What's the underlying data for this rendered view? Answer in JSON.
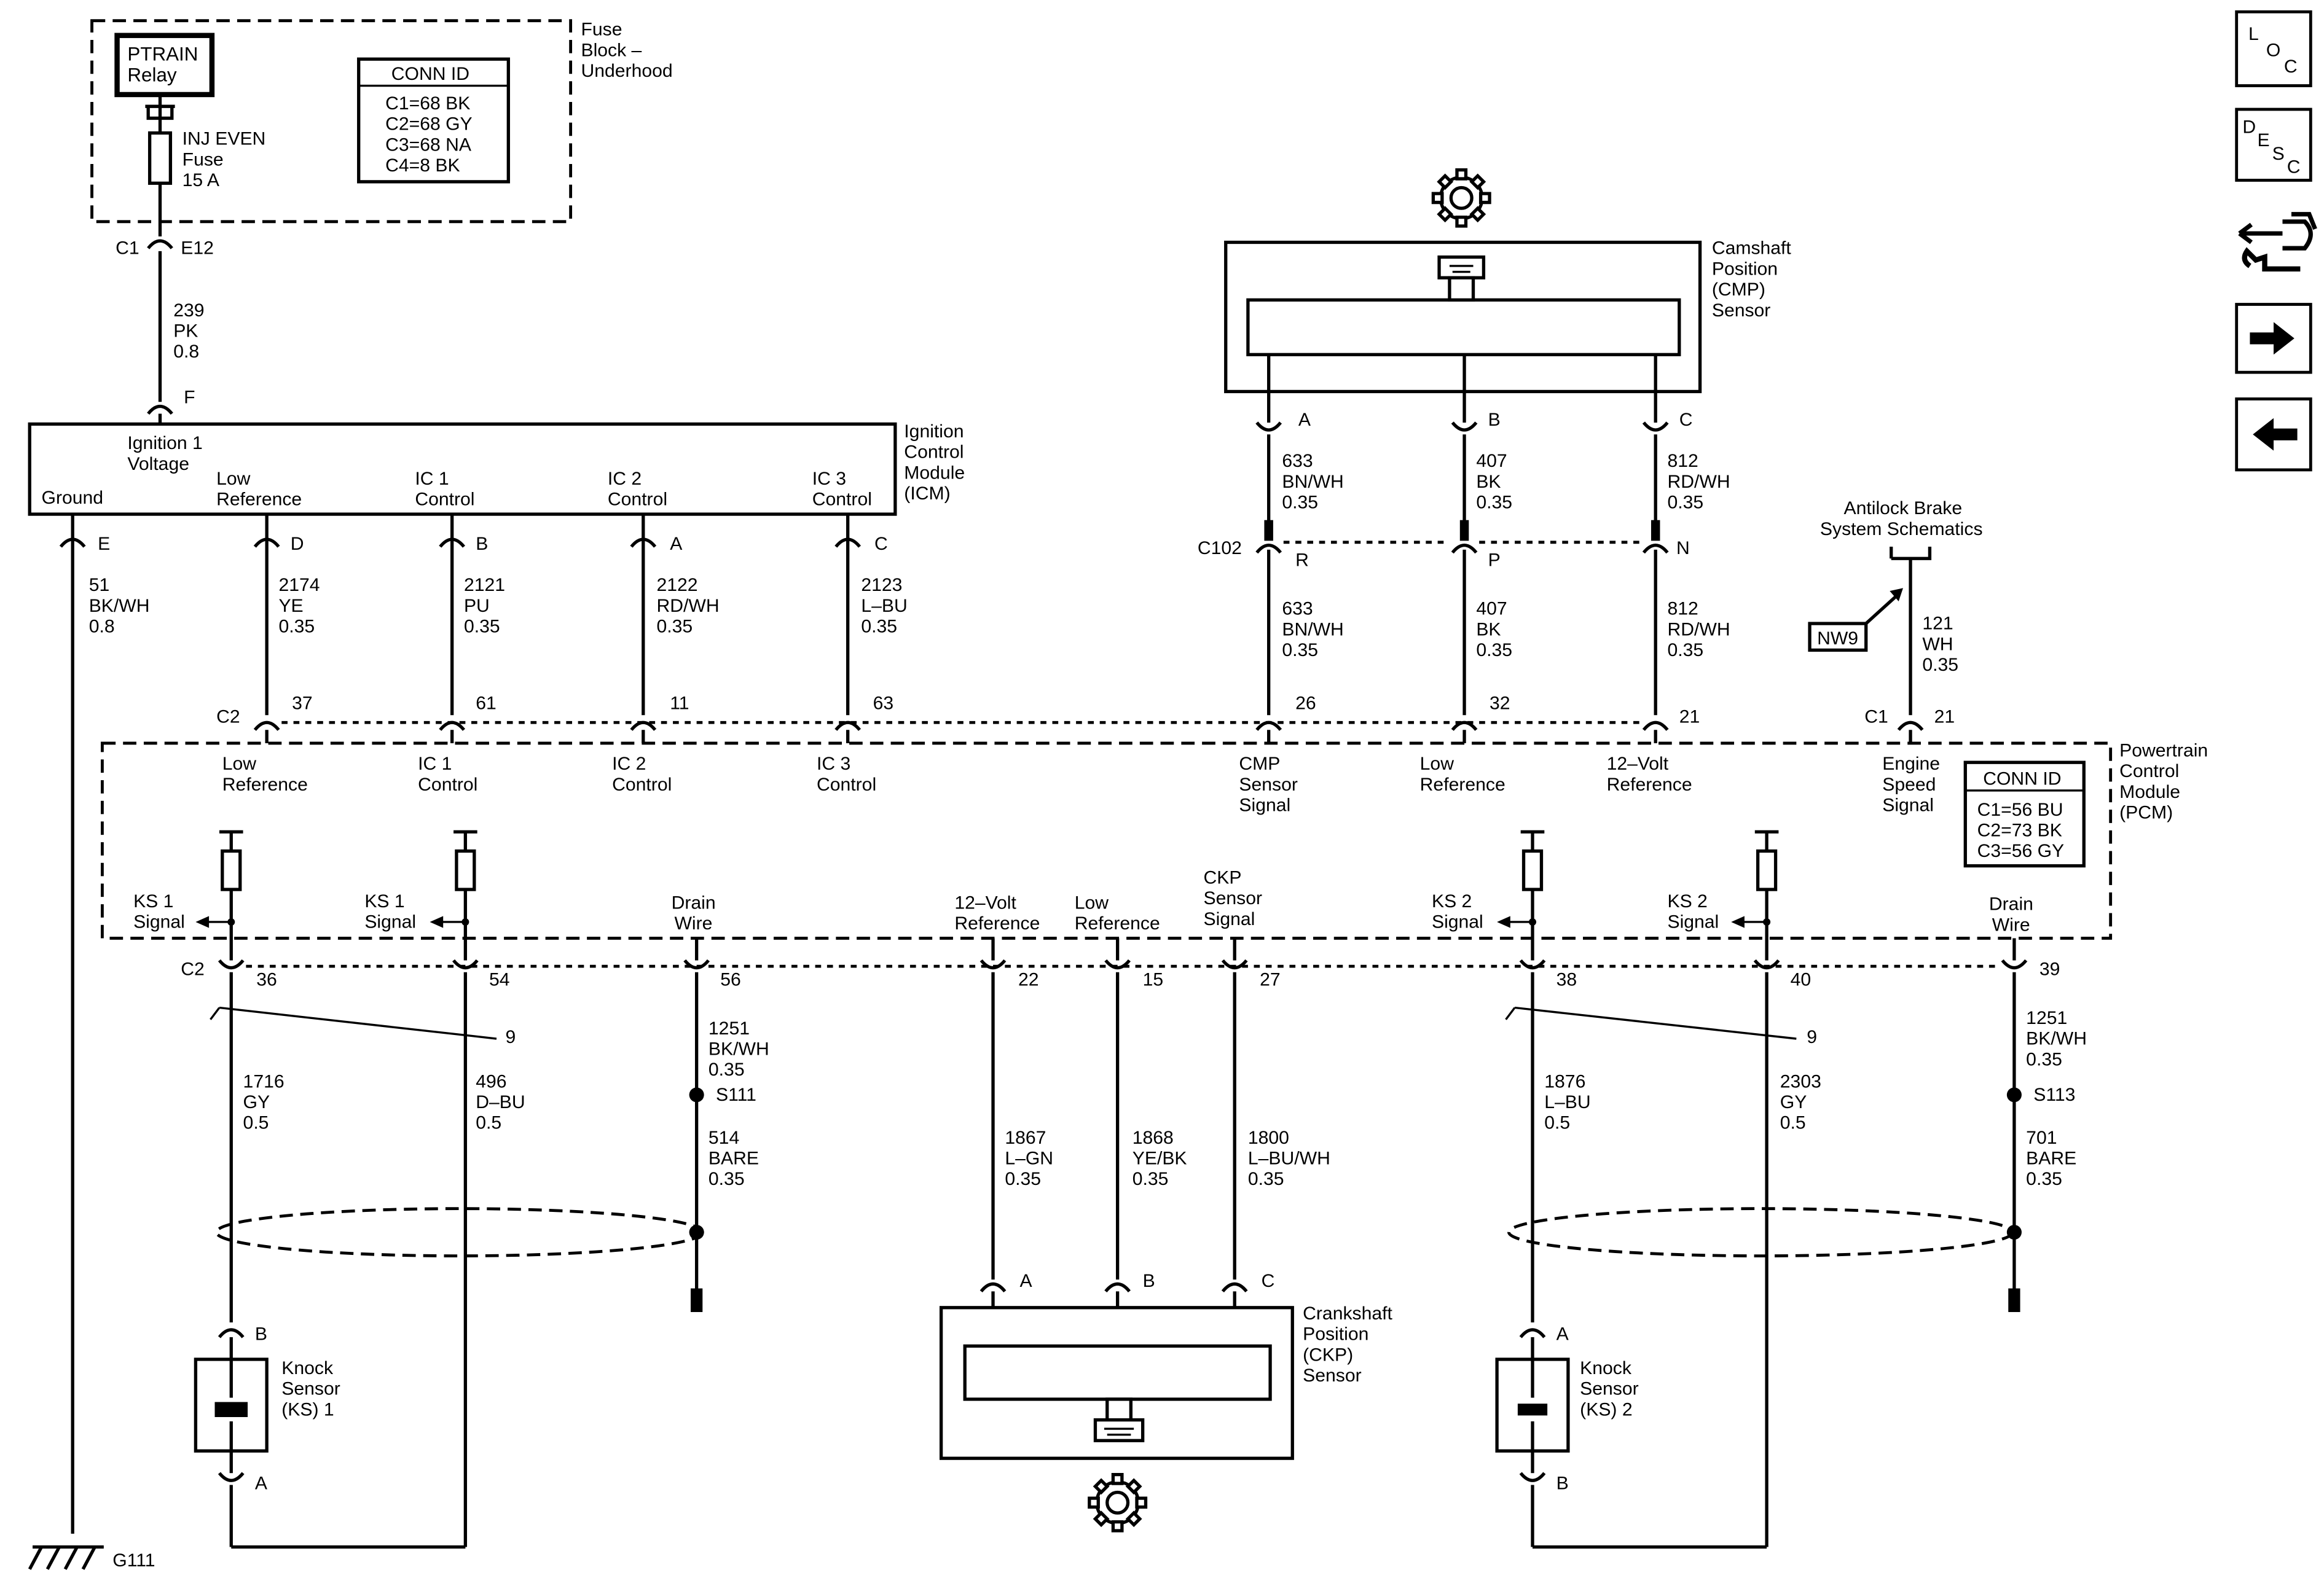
{
  "fuse_block": {
    "title": [
      "Fuse",
      "Block –",
      "Underhood"
    ],
    "relay": [
      "PTRAIN",
      "Relay"
    ],
    "fuse": [
      "INJ EVEN",
      "Fuse",
      "15 A"
    ],
    "conn_id_title": "CONN ID",
    "conn_ids": [
      "C1=68 BK",
      "C2=68 GY",
      "C3=68 NA",
      "C4=8 BK"
    ],
    "conn_label": "C1",
    "pin": "E12"
  },
  "wire_239": [
    "239",
    "PK",
    "0.8"
  ],
  "icm": {
    "title": [
      "Ignition",
      "Control",
      "Module",
      "(ICM)"
    ],
    "top_pin": "F",
    "top_label": [
      "Ignition 1",
      "Voltage"
    ],
    "pins": [
      {
        "label": [
          "Ground"
        ],
        "pin": "E",
        "wire": [
          "51",
          "BK/WH",
          "0.8"
        ]
      },
      {
        "label": [
          "Low",
          "Reference"
        ],
        "pin": "D",
        "wire": [
          "2174",
          "YE",
          "0.35"
        ]
      },
      {
        "label": [
          "IC 1",
          "Control"
        ],
        "pin": "B",
        "wire": [
          "2121",
          "PU",
          "0.35"
        ]
      },
      {
        "label": [
          "IC 2",
          "Control"
        ],
        "pin": "A",
        "wire": [
          "2122",
          "RD/WH",
          "0.35"
        ]
      },
      {
        "label": [
          "IC 3",
          "Control"
        ],
        "pin": "C",
        "wire": [
          "2123",
          "L–BU",
          "0.35"
        ]
      }
    ]
  },
  "cmp": {
    "title": [
      "Camshaft",
      "Position",
      "(CMP)",
      "Sensor"
    ],
    "pins": [
      "A",
      "B",
      "C"
    ],
    "wires_upper": [
      [
        "633",
        "BN/WH",
        "0.35"
      ],
      [
        "407",
        "BK",
        "0.35"
      ],
      [
        "812",
        "RD/WH",
        "0.35"
      ]
    ],
    "c102": "C102",
    "c102_pins": [
      "R",
      "P",
      "N"
    ],
    "wires_lower": [
      [
        "633",
        "BN/WH",
        "0.35"
      ],
      [
        "407",
        "BK",
        "0.35"
      ],
      [
        "812",
        "RD/WH",
        "0.35"
      ]
    ]
  },
  "abs": {
    "title": [
      "Antilock Brake",
      "System Schematics"
    ],
    "tag": "NW9",
    "wire": [
      "121",
      "WH",
      "0.35"
    ]
  },
  "pcm": {
    "title": [
      "Powertrain",
      "Control",
      "Module",
      "(PCM)"
    ],
    "conn_id_title": "CONN ID",
    "conn_ids": [
      "C1=56 BU",
      "C2=73 BK",
      "C3=56 GY"
    ],
    "top_c2": "C2",
    "top_c1": "C1",
    "top_pins": [
      {
        "pin": "37",
        "label": [
          "Low",
          "Reference"
        ]
      },
      {
        "pin": "61",
        "label": [
          "IC 1",
          "Control"
        ]
      },
      {
        "pin": "11",
        "label": [
          "IC 2",
          "Control"
        ]
      },
      {
        "pin": "63",
        "label": [
          "IC 3",
          "Control"
        ]
      },
      {
        "pin": "26",
        "label": [
          "CMP",
          "Sensor",
          "Signal"
        ]
      },
      {
        "pin": "32",
        "label": [
          "Low",
          "Reference"
        ]
      },
      {
        "pin": "21",
        "label": [
          "12–Volt",
          "Reference"
        ]
      },
      {
        "pin": "21",
        "label": [
          "Engine",
          "Speed",
          "Signal"
        ]
      }
    ],
    "bottom_c2": "C2",
    "bottom_pins": [
      {
        "pin": "36",
        "label": [
          "KS 1",
          "Signal"
        ]
      },
      {
        "pin": "54",
        "label": [
          "KS 1",
          "Signal"
        ]
      },
      {
        "pin": "56",
        "label": [
          "Drain",
          "Wire"
        ]
      },
      {
        "pin": "22",
        "label": [
          "12–Volt",
          "Reference"
        ]
      },
      {
        "pin": "15",
        "label": [
          "Low",
          "Reference"
        ]
      },
      {
        "pin": "27",
        "label": [
          "CKP",
          "Sensor",
          "Signal"
        ]
      },
      {
        "pin": "38",
        "label": [
          "KS 2",
          "Signal"
        ]
      },
      {
        "pin": "40",
        "label": [
          "KS 2",
          "Signal"
        ]
      },
      {
        "pin": "39",
        "label": [
          "Drain",
          "Wire"
        ]
      }
    ]
  },
  "lower_wires": {
    "ks1a": [
      "1716",
      "GY",
      "0.5"
    ],
    "ks1b": [
      "496",
      "D–BU",
      "0.5"
    ],
    "twist": "9",
    "drain1_upper": [
      "1251",
      "BK/WH",
      "0.35"
    ],
    "splice1": "S111",
    "drain1_lower": [
      "514",
      "BARE",
      "0.35"
    ],
    "ckp_a": [
      "1867",
      "L–GN",
      "0.35"
    ],
    "ckp_b": [
      "1868",
      "YE/BK",
      "0.35"
    ],
    "ckp_c": [
      "1800",
      "L–BU/WH",
      "0.35"
    ],
    "ks2a": [
      "1876",
      "L–BU",
      "0.5"
    ],
    "ks2b": [
      "2303",
      "GY",
      "0.5"
    ],
    "drain2_upper": [
      "1251",
      "BK/WH",
      "0.35"
    ],
    "splice2": "S113",
    "drain2_lower": [
      "701",
      "BARE",
      "0.35"
    ]
  },
  "ks1": {
    "title": [
      "Knock",
      "Sensor",
      "(KS) 1"
    ],
    "pin_top": "B",
    "pin_bottom": "A"
  },
  "ks2": {
    "title": [
      "Knock",
      "Sensor",
      "(KS) 2"
    ],
    "pin_top": "A",
    "pin_bottom": "B"
  },
  "ckp": {
    "title": [
      "Crankshaft",
      "Position",
      "(CKP)",
      "Sensor"
    ],
    "pins": [
      "A",
      "B",
      "C"
    ]
  },
  "ground": "G111",
  "nav": {
    "loc": [
      "L",
      "O",
      "C"
    ],
    "desc": [
      "D",
      "E",
      "S",
      "C"
    ],
    "icons": [
      "connector-tool-icon",
      "arrow-right-icon",
      "arrow-left-icon"
    ]
  }
}
